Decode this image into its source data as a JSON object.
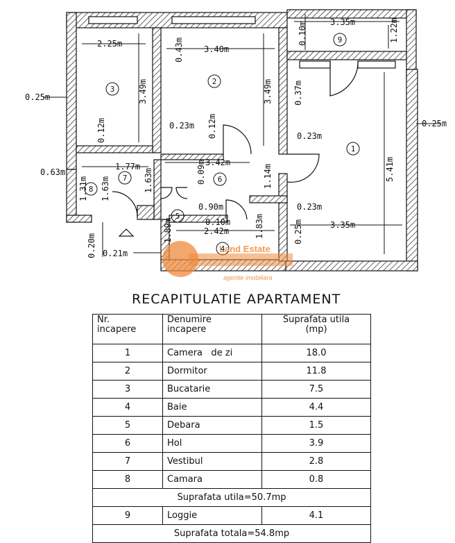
{
  "plan": {
    "rooms": [
      {
        "no": "1",
        "label": "1"
      },
      {
        "no": "2",
        "label": "2"
      },
      {
        "no": "3",
        "label": "3"
      },
      {
        "no": "4",
        "label": "4"
      },
      {
        "no": "5",
        "label": "5"
      },
      {
        "no": "6",
        "label": "6"
      },
      {
        "no": "7",
        "label": "7"
      },
      {
        "no": "8",
        "label": "8"
      },
      {
        "no": "9",
        "label": "9"
      }
    ],
    "dimensions": {
      "d_335_top": "3.35m",
      "d_010_top": "0.10m",
      "d_122": "1.22m",
      "d_225": "2.25m",
      "d_043": "0.43m",
      "d_340": "3.40m",
      "d_025_left": "0.25m",
      "d_349_a": "3.49m",
      "d_349_b": "3.49m",
      "d_037": "0.37m",
      "d_025_right": "0.25m",
      "d_012_a": "0.12m",
      "d_023_a": "0.23m",
      "d_012_b": "0.12m",
      "d_023_b": "0.23m",
      "d_541": "5.41m",
      "d_063": "0.63m",
      "d_177": "1.77m",
      "d_342": "3.42m",
      "d_009": "0.09m",
      "d_114": "1.14m",
      "d_131": "1.31m",
      "d_163_a": "1.63m",
      "d_163_b": "1.63m",
      "d_090": "0.90m",
      "d_023_c": "0.23m",
      "d_010_b": "0.10m",
      "d_189": "1.89m",
      "d_242": "2.42m",
      "d_183": "1.83m",
      "d_025_b": "0.25m",
      "d_335_b": "3.35m",
      "d_020": "0.20m",
      "d_021": "0.21m"
    },
    "watermark": {
      "name": "Land Estate",
      "tagline": "agentie imobiliara",
      "color": "#f08a3c"
    }
  },
  "recap": {
    "title": "RECAPITULATIE APARTAMENT",
    "headers": {
      "col1": "Nr.\nincapere",
      "col2": "Denumire\nincapere",
      "col3": "Suprafata utila\n(mp)"
    },
    "rows": [
      {
        "nr": "1",
        "name": "Camera   de zi",
        "area": "18.0"
      },
      {
        "nr": "2",
        "name": "Dormitor",
        "area": "11.8"
      },
      {
        "nr": "3",
        "name": "Bucatarie",
        "area": "7.5"
      },
      {
        "nr": "4",
        "name": "Baie",
        "area": "4.4"
      },
      {
        "nr": "5",
        "name": "Debara",
        "area": "1.5"
      },
      {
        "nr": "6",
        "name": "Hol",
        "area": "3.9"
      },
      {
        "nr": "7",
        "name": "Vestibul",
        "area": "2.8"
      },
      {
        "nr": "8",
        "name": "Camara",
        "area": "0.8"
      }
    ],
    "useful_total": "Suprafata utila=50.7mp",
    "loggia": {
      "nr": "9",
      "name": "Loggie",
      "area": "4.1"
    },
    "grand_total": "Suprafata totala=54.8mp"
  }
}
